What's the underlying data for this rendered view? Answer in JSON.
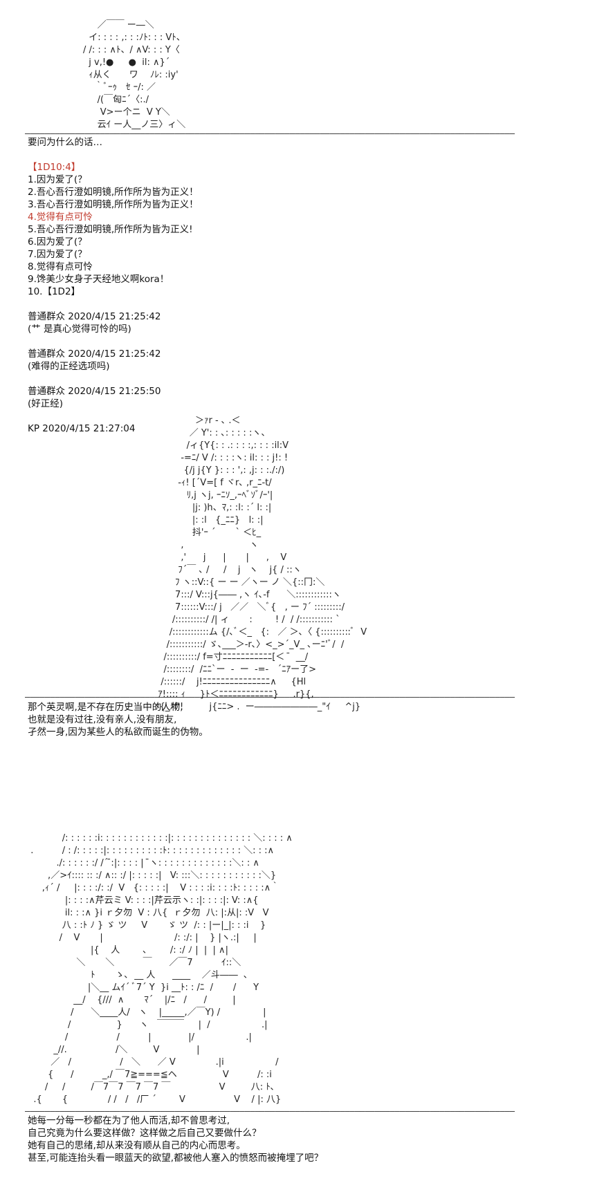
{
  "art_1": [
    "     ／￣￣ ー―＼",
    "  イ: : : : ,: : :ﾉﾄ: : : Vﾄ、",
    "/ /: : : ∧ﾄ、/ ∧V: : : Y〈",
    "  j v,!●　  ●  il: ∧}´",
    "  ｨ从く　　ワ　 ﾉﾚ: :iy'",
    "    ｀ﾞｰｩ　ｾ ｰ/: ／",
    "     /(￣匈ﾆ´〈:./",
    "      V>ー个ニ  V Y＼",
    "     云ｲ ー人__ノ三〉ィ＼"
  ],
  "separator": "――――――――――――――――――――――――――――――――――――――――――――――――――――――――――――――――――――――――――――――――――――――――――――――――――",
  "block_1": [
    "要问为什么的话…",
    "",
    "【1D10:4】",
    "1.因为爱了(？",
    "2.吾心吾行澄如明镜,所作所为皆为正义！",
    "3.吾心吾行澄如明镜,所作所为皆为正义！",
    "4.觉得有点可怜",
    "5.吾心吾行澄如明镜,所作所为皆为正义!",
    "6.因为爱了(？",
    "7.因为爱了(？",
    "8.觉得有点可怜",
    "9.馋美少女身子天经地义啊kora！",
    "10.【1D2】",
    "",
    "普通群众 2020/4/15 21:25:42",
    "(艹 是真心觉得可怜的吗)",
    "",
    "普通群众 2020/4/15 21:25:42",
    "(难得的正经选项吗)",
    "",
    "普通群众 2020/4/15 21:25:50",
    "(好正经)",
    "",
    "KP 2020/4/15 21:27:04"
  ],
  "art_2": [
    "               ＞ｧr ‐ ､ .＜",
    "             ／ Y': : ､: : : : :ヽ、",
    "            /ィ{Y{: : .: : : :,: : : :il:V",
    "          -=ﾆ/ V /: : : :ヽ: il: : : j!: !",
    "           {/j j{Y }: : : ',: ,j: : :./:/)",
    "         ‐ｨ! [´V=[ f ヾr､ ,r_ﾆ‐t/",
    "            ﾘ,j ヽj, ｰﾆｿ_,ｰﾍﾞｿﾞ/ｰ'|",
    "              |j: )h、ﾏ,: :l: :´ l: :|",
    "              |: :l   {_ﾆﾆ}   l: :|",
    "              抖'ｰ ´       ` ＜ﾋ_",
    "          ,                       ヽ",
    "          ,'      j      |       |      ,    V",
    "         ﾌ´￣ ､ /     /    j   ヽ    j{ / ::ヽ",
    "        ﾌ ヽ::V::{ ー ー ／ヽー ノ ＼{::冂:＼",
    "        7:::/ V:::j{―― ,ヽ ｲ､-f      ＼::::::::::::ヽ",
    "        7::::::V:::/ j   ／／   ＼ﾞ{   , ー ﾌ´ :::::::::/",
    "       /::::::::::/ /| ィ       :        ! /  / /::::::::::: `",
    "      /::::::::::::ム {/､ﾞ＜_   {:   ／ ＞､〈 {::::::::::ﾞ  V",
    "     /:::::::::::/ ゞ､___＞-r､〉<_>´_V_ ､ーﾆ'ﾞ/  /",
    "    /::::::::::/ f=寸ﾆﾆﾆﾆﾆﾆﾆﾆﾆﾆﾆ[＜  ̄  __/",
    "    /::::::::/  /ﾆﾆ`ー  -  ー  -=-   ´ﾆｱー了>",
    "   /::::::/    j!ﾆﾆﾆﾆﾆﾆﾆﾆﾆﾆﾆﾆﾆﾆﾆ∧     {Hl",
    "  ｱ!:::: ｨ     }ﾄ＜ﾆﾆﾆﾆﾆﾆﾆﾆﾆﾆﾆﾆ}     .r}{,",
    " ｧ{_ﾉf'!         j{ﾆﾆ> .  ー―――――――_\"ｲ     ^j}"
  ],
  "block_2": [
    "那个英灵啊,是不存在历史当中的人物,",
    "也就是没有过往,没有亲人,没有朋友,",
    "孑然一身,因为某些人的私欲而诞生的伪物。"
  ],
  "art_3": [
    "",
    "",
    "             /: : : : : :i: : : : : : : : : : : :|: : : : : : : : : : : : : : ＼: : : : ∧",
    "  .          / : /: : : : :|: : : : : : : : : :ﾄ: : : : : : : : : : : : : ＼: : :∧",
    "           ./: : : : : :/ /´ ̄:|: : : : |  ̄ヽ: : : : : : : : : : : : :＼: : ∧",
    "        ,／>ｲ:::: :: :/ ∧:: :/ |: : : : :|   V: :::＼: : : : : : : : : : :＼}",
    "      ,ｨ´ /     |: : : :/: :/  V   {: : : : :|    V : : : :i: : : :ﾄ: : : : :∧｀",
    "              |: : : :∧芹云ミ V: : : :|芹云示ヽ: :|: : : :|: V: :∧{",
    "              il: : :∧ }i ｒ夕勿  V : 八{  ｒ夕勿  八: |:从|: :V   V",
    "             八 : :ﾄ ﾉ } ゞ ツ     V       ゞ ツ  /: : |ー|_|: : :i    }",
    "            /    V       |                         /: :/: |    } |ヽ.:|     |",
    "                       |{    人        ､        /: :/ ﾉ |  |  | ∧|",
    "                  ＼       ＼          ￣      ／￣7          ｲ::＼",
    "                       ﾄ       ゝ､  __ 人      ____    ／斗――  ､",
    "                      |＼__ ムｲ´ ﾞ7´ Y  }i __ﾄ: : /ﾆ  /       /      Y",
    "                 __/    {///  ∧       ﾏ´    |/ﾆ   /      /         |",
    "                /      ＼____人/   ヽ    |_____,／￣Y) /               |",
    "               /                }      ヽ   ￣￣￣     |  /                  .|",
    "              /                 /          |             |/                  .|",
    "          _//.                 /＼         V             |",
    "         ／   /                 /   ＼      ／ V              .|i                  /",
    "        {      /          _,/ ￣7≧===≦ヘ                V          /: :i",
    "       /     /         /￣7￣7 ￣7 ￣7 ￣                 V         八: ﾄ､",
    "   .{       {              / /   /   /厂 ´        V                 V    / |: 八}"
  ],
  "block_3": [
    "她每一分每一秒都在为了他人而活,却不曾思考过,",
    "自己究竟为什么要这样做？这样做之后自己又要做什么？",
    "她有自己的思绪,却从来没有顺从自己的内心而思考。",
    "甚至,可能连抬头看一眼蓝天的欲望,都被他人塞入的愤怒而被掩埋了吧？"
  ]
}
